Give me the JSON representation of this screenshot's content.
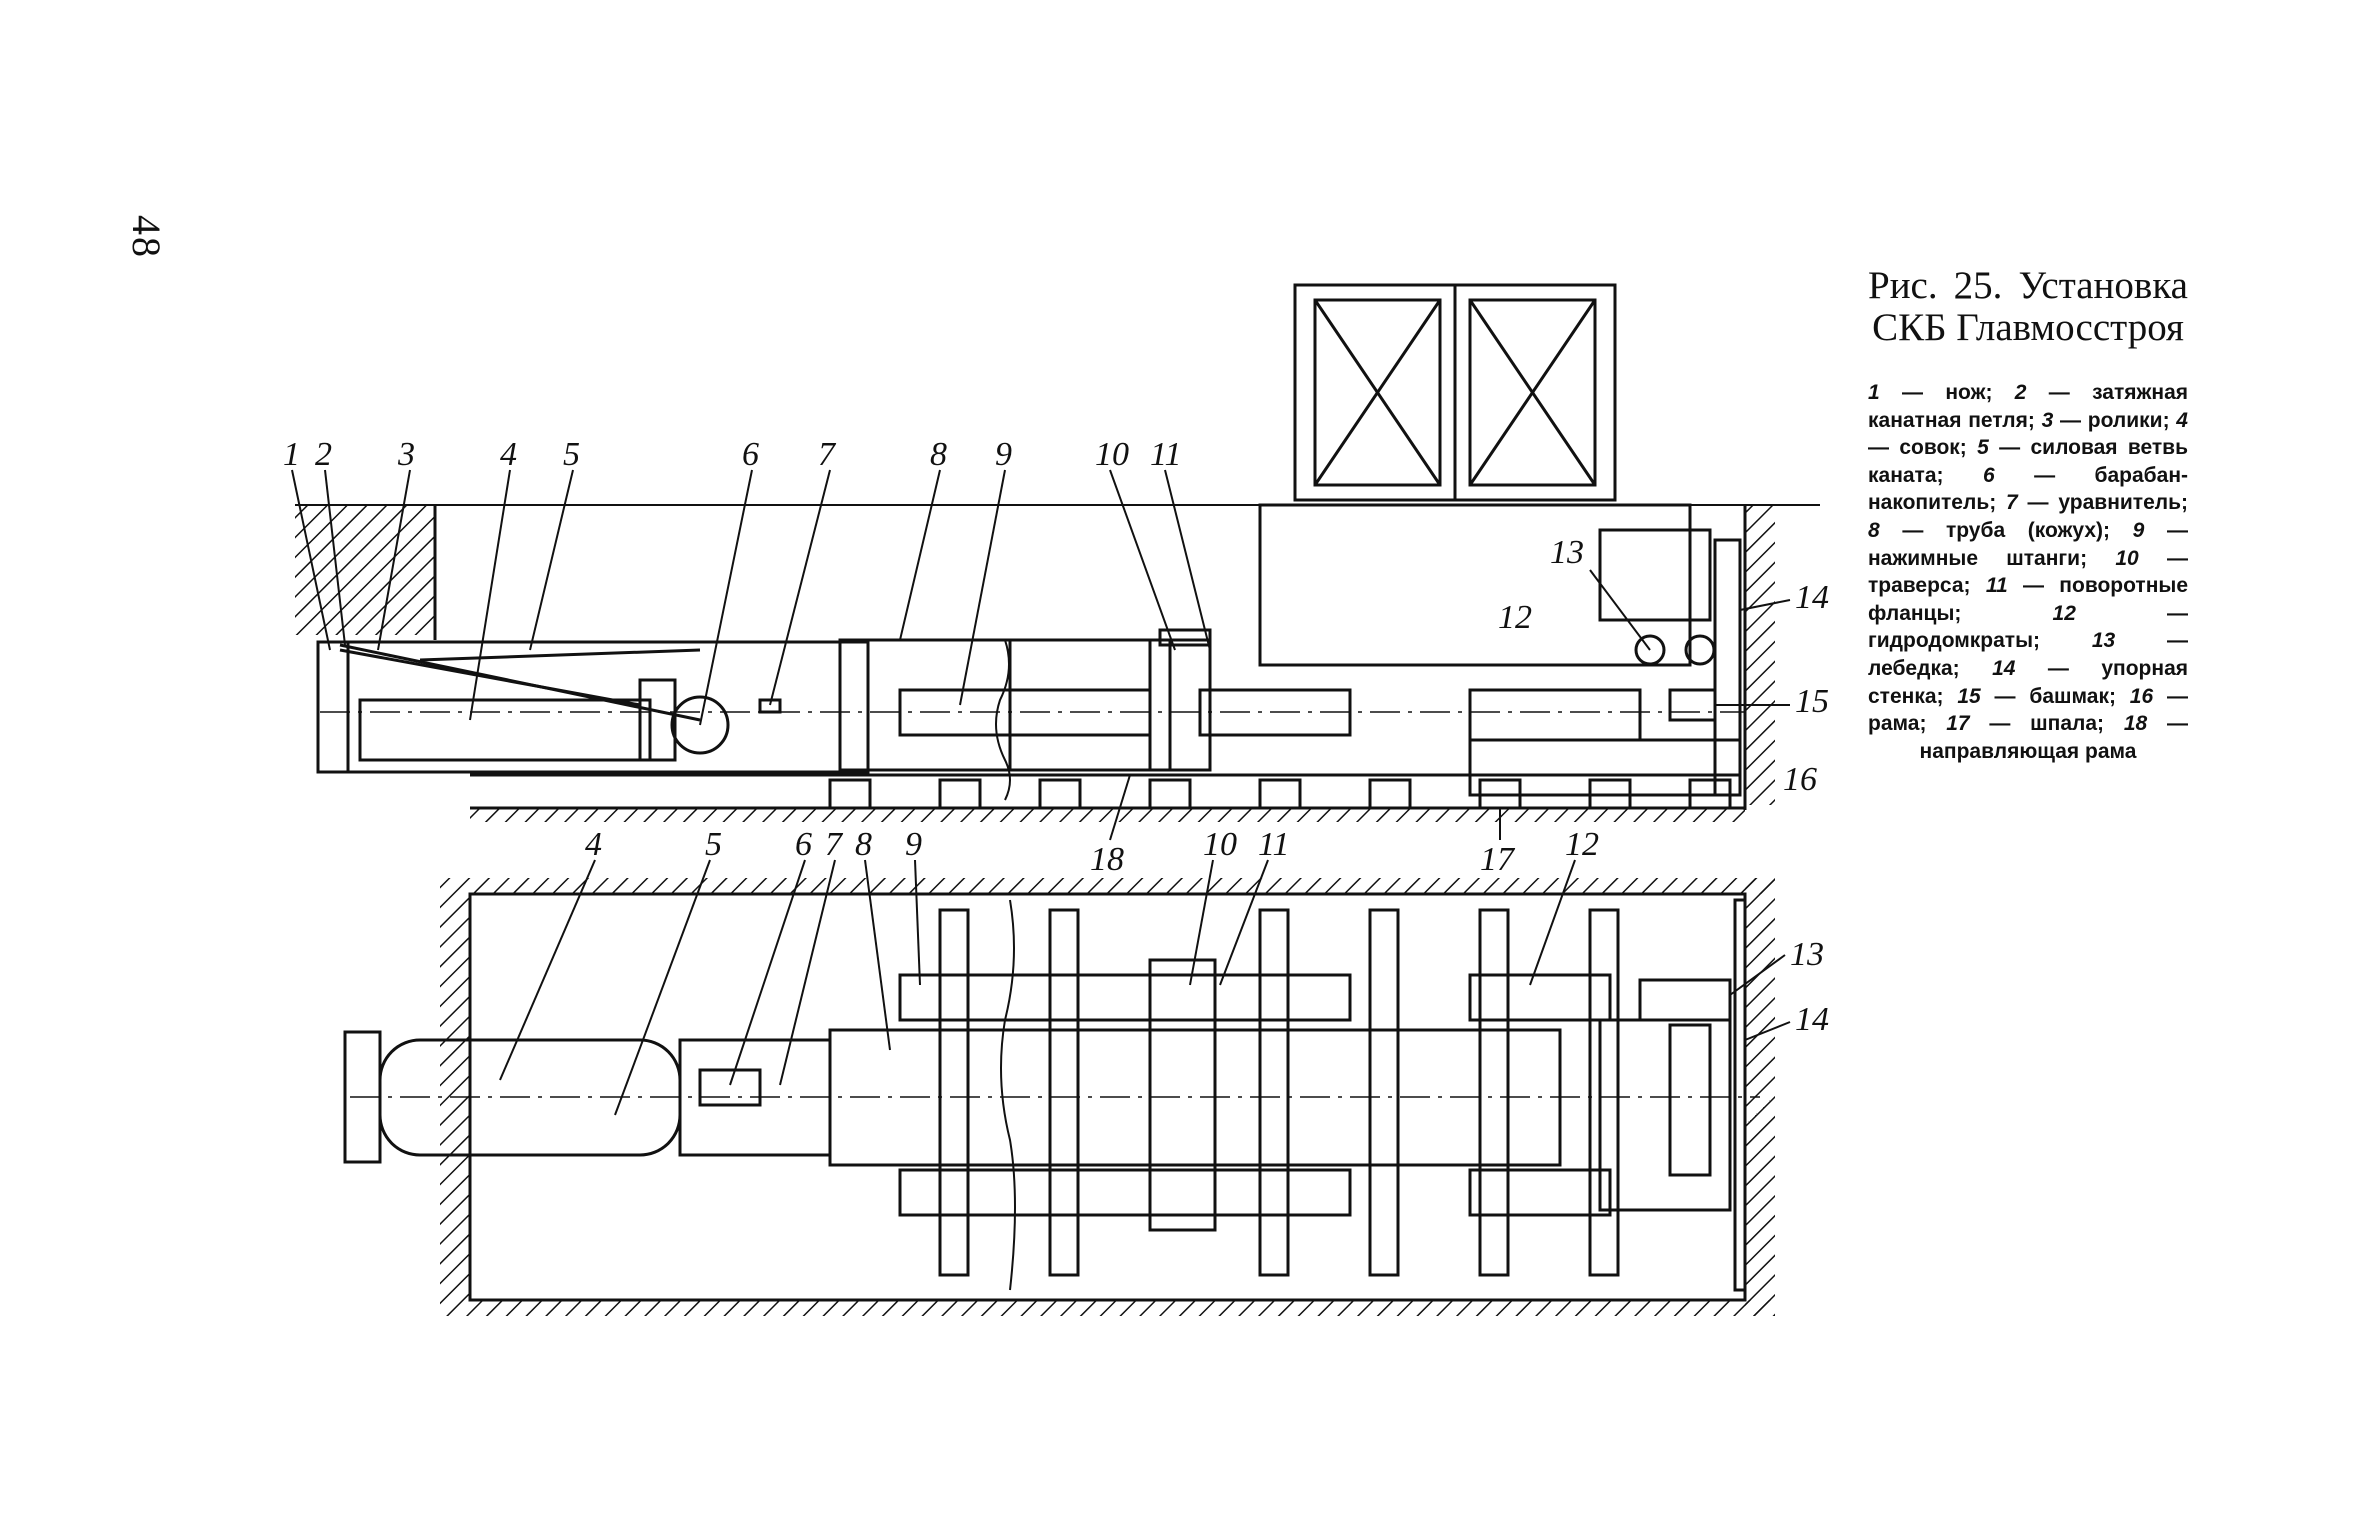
{
  "page_number": "48",
  "caption": {
    "title": "Рис. 25. Установка СКБ Главмос­строя",
    "legend": [
      {
        "num": "1",
        "text": "нож;"
      },
      {
        "num": "2",
        "text": "затяжная канатная петля;"
      },
      {
        "num": "3",
        "text": "ролики;"
      },
      {
        "num": "4",
        "text": "совок;"
      },
      {
        "num": "5",
        "text": "силовая ветвь каната;"
      },
      {
        "num": "6",
        "text": "барабан-накопитель;"
      },
      {
        "num": "7",
        "text": "уравнитель;"
      },
      {
        "num": "8",
        "text": "труба (кожух);"
      },
      {
        "num": "9",
        "text": "нажимные штанги;"
      },
      {
        "num": "10",
        "text": "траверса;"
      },
      {
        "num": "11",
        "text": "поворотные фланцы;"
      },
      {
        "num": "12",
        "text": "гидродомкраты;"
      },
      {
        "num": "13",
        "text": "лебедка;"
      },
      {
        "num": "14",
        "text": "упорная стенка;"
      },
      {
        "num": "15",
        "text": "башмак;"
      },
      {
        "num": "16",
        "text": "рама;"
      },
      {
        "num": "17",
        "text": "шпала;"
      },
      {
        "num": "18",
        "text": "направляющая рама"
      }
    ]
  },
  "side_view_labels": [
    "1",
    "2",
    "3",
    "4",
    "5",
    "6",
    "7",
    "8",
    "9",
    "10",
    "11",
    "12",
    "13",
    "14",
    "15",
    "16",
    "17",
    "18"
  ],
  "plan_view_labels": [
    "4",
    "5",
    "6",
    "7",
    "8",
    "9",
    "10",
    "11",
    "12",
    "13",
    "14"
  ]
}
